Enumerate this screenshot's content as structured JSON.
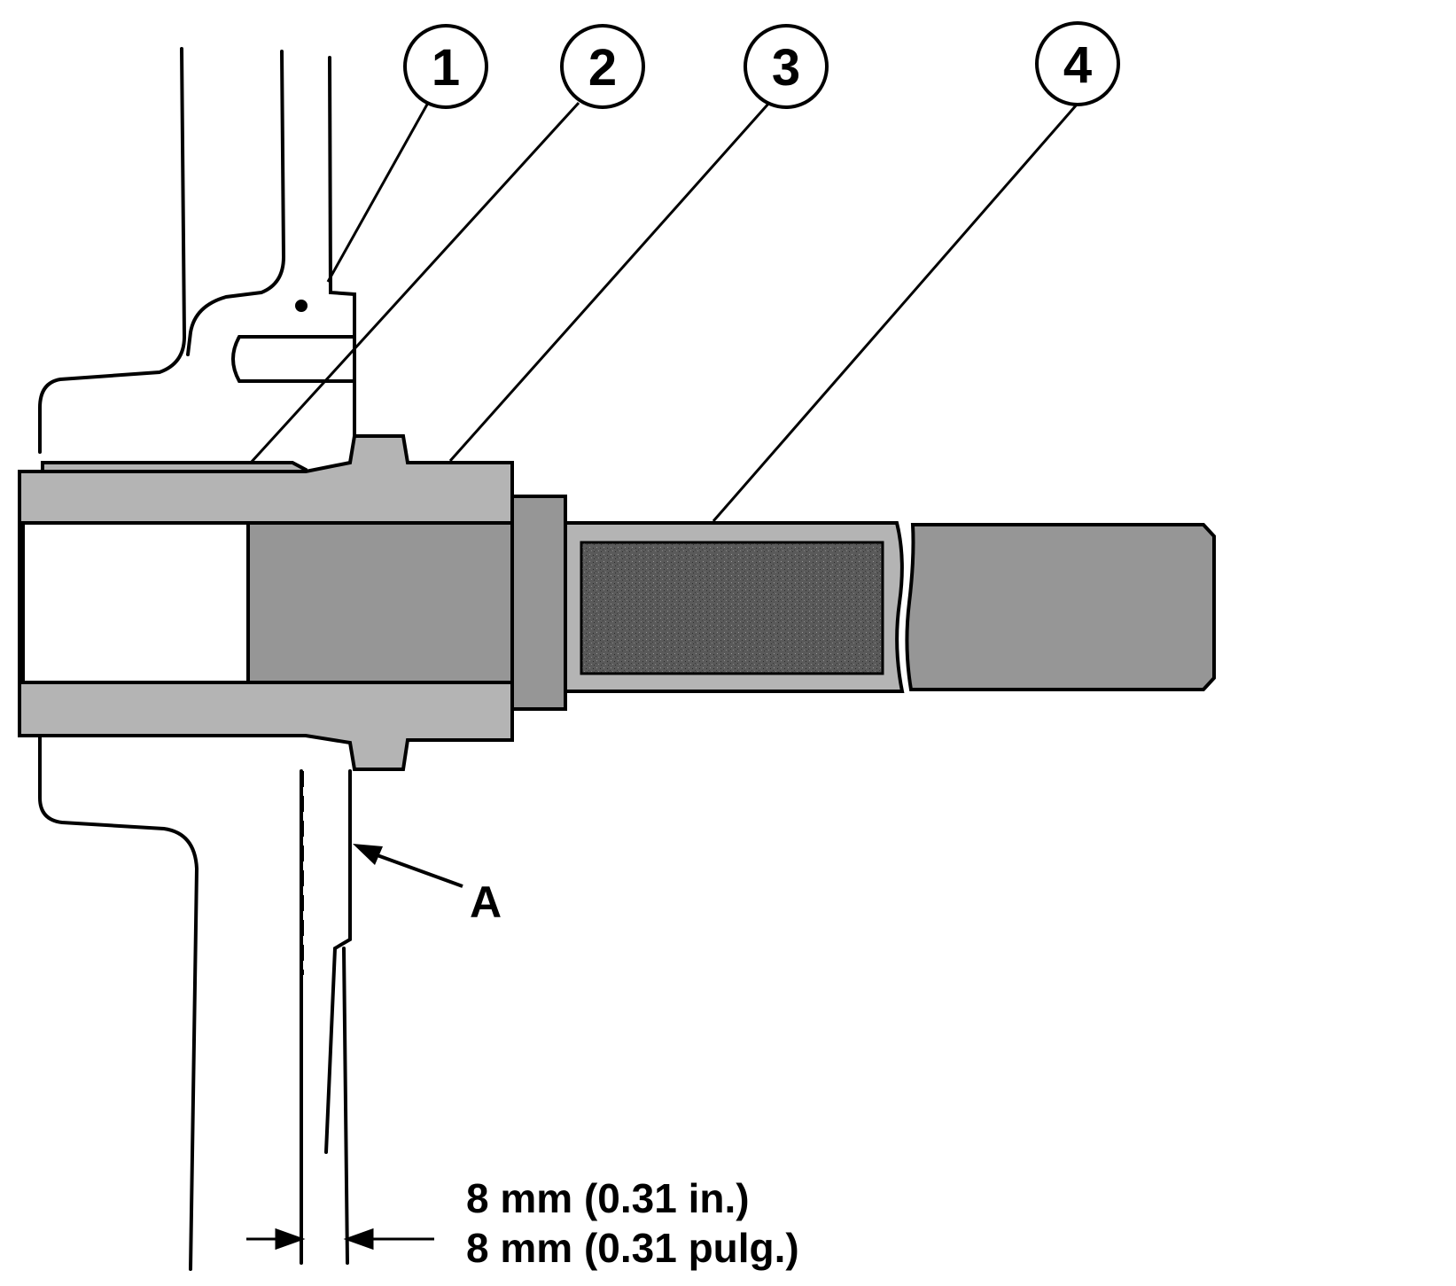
{
  "callouts": [
    {
      "id": "1",
      "text": "1"
    },
    {
      "id": "2",
      "text": "2"
    },
    {
      "id": "3",
      "text": "3"
    },
    {
      "id": "4",
      "text": "4"
    }
  ],
  "labels": {
    "point_a": "A"
  },
  "dimension": {
    "line1": "8 mm (0.31 in.)",
    "line2": "8 mm (0.31 pulg.)"
  },
  "colors": {
    "line": "#000000",
    "light_gray": "#b4b4b4",
    "mid_gray": "#969696",
    "dark_texture": "#505050",
    "background": "#ffffff"
  }
}
